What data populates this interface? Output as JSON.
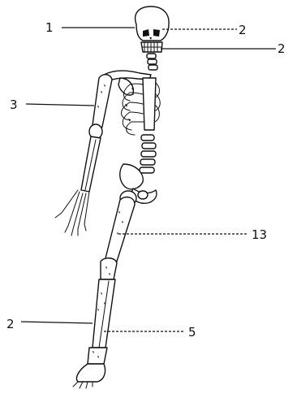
{
  "labels": {
    "skull_left": "1",
    "skull_right": "2",
    "jaw_right": "2",
    "arm_left": "3",
    "femur_right": "13",
    "leg_left": "2",
    "leg_right": "5"
  },
  "colors": {
    "ink": "#111111",
    "paper": "#ffffff"
  }
}
